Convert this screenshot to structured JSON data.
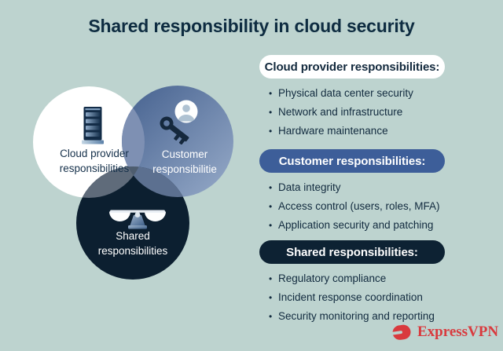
{
  "title": "Shared responsibility in cloud security",
  "ui": {
    "bullet": "•"
  },
  "venn": {
    "cloud_provider": {
      "label_line1": "Cloud provider",
      "label_line2": "responsibilities"
    },
    "customer": {
      "label_line1": "Customer",
      "label_line2": "responsibilitie"
    },
    "shared": {
      "label_line1": "Shared",
      "label_line2": "responsibilities"
    }
  },
  "sections": [
    {
      "heading": "Cloud provider responsibilities:",
      "items": [
        "Physical data center security",
        "Network and infrastructure",
        "Hardware maintenance"
      ]
    },
    {
      "heading": "Customer responsibilities:",
      "items": [
        "Data integrity",
        "Access control (users, roles, MFA)",
        "Application security and patching"
      ]
    },
    {
      "heading": "Shared responsibilities:",
      "items": [
        "Regulatory compliance",
        "Incident response coordination",
        "Security monitoring and reporting"
      ]
    }
  ],
  "footer": {
    "brand": "ExpressVPN"
  },
  "colors": {
    "background": "#BDD3CF",
    "text_dark": "#0F2B3F",
    "pill_blue": "#3D5E99",
    "pill_dark": "#0D2233",
    "accent_red": "#D93A3E",
    "circle_white": "#FFFFFF",
    "circle_blue_top": "#44608E",
    "circle_blue_bottom": "#97ABC9",
    "circle_dark": "#0C1F30",
    "overlap_white_blue": "#7E90B3",
    "overlap_white_dark": "#5F6B7A",
    "overlap_blue_dark": "#5C7090",
    "overlap_center": "#4E5D6F"
  }
}
